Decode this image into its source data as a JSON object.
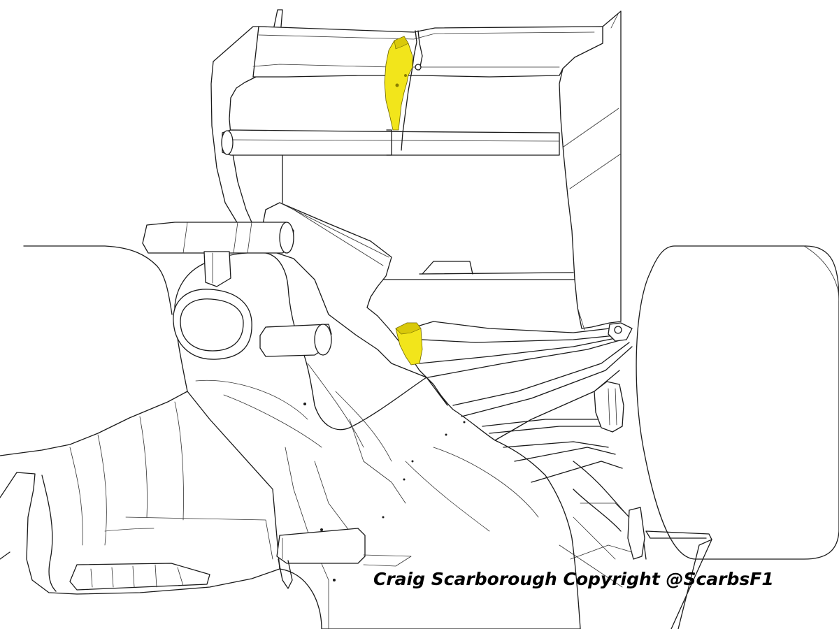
{
  "watermark": {
    "text": "Craig Scarborough Copyright @ScarbsF1"
  },
  "illustration": {
    "style": "line-drawing",
    "subject": "F1 car rear section with rear wing",
    "highlight_color": "#f2e51b",
    "line_color": "#1a1a1a",
    "background_color": "#ffffff",
    "highlighted_parts": [
      "rear-wing-pylon-highlight",
      "suspension-mount-highlight"
    ]
  }
}
